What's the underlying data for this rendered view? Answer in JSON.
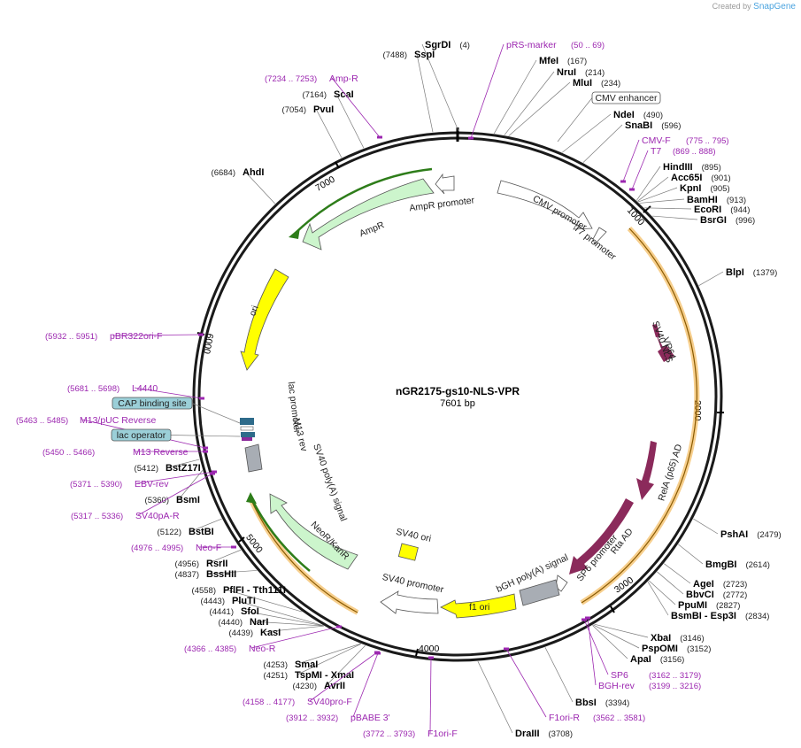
{
  "credit": {
    "prefix": "Created by",
    "brand": "SnapGene"
  },
  "map": {
    "name": "nGR2175-gs10-NLS-VPR",
    "length_label": "7601 bp",
    "length": 7601
  },
  "ticks": [
    "1000",
    "2000",
    "3000",
    "4000",
    "5000",
    "6000",
    "7000"
  ],
  "enzymes": [
    {
      "name": "SgrDI",
      "pos": "(4)",
      "at": 4
    },
    {
      "name": "SspI",
      "pos": "(7488)",
      "at": 7488
    },
    {
      "name": "MfeI",
      "pos": "(167)",
      "at": 167
    },
    {
      "name": "NruI",
      "pos": "(214)",
      "at": 214
    },
    {
      "name": "MluI",
      "pos": "(234)",
      "at": 234
    },
    {
      "name": "NdeI",
      "pos": "(490)",
      "at": 490
    },
    {
      "name": "SnaBI",
      "pos": "(596)",
      "at": 596
    },
    {
      "name": "HindIII",
      "pos": "(895)",
      "at": 895
    },
    {
      "name": "Acc65I",
      "pos": "(901)",
      "at": 901
    },
    {
      "name": "KpnI",
      "pos": "(905)",
      "at": 905
    },
    {
      "name": "BamHI",
      "pos": "(913)",
      "at": 913
    },
    {
      "name": "EcoRI",
      "pos": "(944)",
      "at": 944
    },
    {
      "name": "BsrGI",
      "pos": "(996)",
      "at": 996
    },
    {
      "name": "BlpI",
      "pos": "(1379)",
      "at": 1379
    },
    {
      "name": "PshAI",
      "pos": "(2479)",
      "at": 2479
    },
    {
      "name": "BmgBI",
      "pos": "(2614)",
      "at": 2614
    },
    {
      "name": "AgeI",
      "pos": "(2723)",
      "at": 2723
    },
    {
      "name": "BbvCI",
      "pos": "(2772)",
      "at": 2772
    },
    {
      "name": "PpuMI",
      "pos": "(2827)",
      "at": 2827
    },
    {
      "name": "BsmBI - Esp3I",
      "pos": "(2834)",
      "at": 2834
    },
    {
      "name": "XbaI",
      "pos": "(3146)",
      "at": 3146
    },
    {
      "name": "PspOMI",
      "pos": "(3152)",
      "at": 3152
    },
    {
      "name": "ApaI",
      "pos": "(3156)",
      "at": 3156
    },
    {
      "name": "BbsI",
      "pos": "(3394)",
      "at": 3394
    },
    {
      "name": "DraIII",
      "pos": "(3708)",
      "at": 3708
    },
    {
      "name": "AvrII",
      "pos": "(4230)",
      "at": 4230
    },
    {
      "name": "TspMI - XmaI",
      "pos": "(4251)",
      "at": 4251
    },
    {
      "name": "SmaI",
      "pos": "(4253)",
      "at": 4253
    },
    {
      "name": "KasI",
      "pos": "(4439)",
      "at": 4439
    },
    {
      "name": "NarI",
      "pos": "(4440)",
      "at": 4440
    },
    {
      "name": "SfoI",
      "pos": "(4441)",
      "at": 4441
    },
    {
      "name": "PluTI",
      "pos": "(4443)",
      "at": 4443
    },
    {
      "name": "PflFI - Tth111I",
      "pos": "(4558)",
      "at": 4558
    },
    {
      "name": "BssHII",
      "pos": "(4837)",
      "at": 4837
    },
    {
      "name": "RsrII",
      "pos": "(4956)",
      "at": 4956
    },
    {
      "name": "BstBI",
      "pos": "(5122)",
      "at": 5122
    },
    {
      "name": "BsmI",
      "pos": "(5360)",
      "at": 5360
    },
    {
      "name": "BstZ17I",
      "pos": "(5412)",
      "at": 5412
    },
    {
      "name": "AhdI",
      "pos": "(6684)",
      "at": 6684
    },
    {
      "name": "PvuI",
      "pos": "(7054)",
      "at": 7054
    },
    {
      "name": "ScaI",
      "pos": "(7164)",
      "at": 7164
    }
  ],
  "primers": [
    {
      "name": "pRS-marker",
      "range": "(50 .. 69)"
    },
    {
      "name": "CMV-F",
      "range": "(775 .. 795)"
    },
    {
      "name": "T7",
      "range": "(869 .. 888)"
    },
    {
      "name": "SP6",
      "range": "(3162 .. 3179)"
    },
    {
      "name": "BGH-rev",
      "range": "(3199 .. 3216)"
    },
    {
      "name": "F1ori-R",
      "range": "(3562 .. 3581)"
    },
    {
      "name": "F1ori-F",
      "range": "(3772 .. 3793)"
    },
    {
      "name": "pBABE 3'",
      "range": "(3912 .. 3932)"
    },
    {
      "name": "SV40pro-F",
      "range": "(4158 .. 4177)"
    },
    {
      "name": "Neo-R",
      "range": "(4366 .. 4385)"
    },
    {
      "name": "Neo-F",
      "range": "(4976 .. 4995)"
    },
    {
      "name": "SV40pA-R",
      "range": "(5317 .. 5336)"
    },
    {
      "name": "EBV-rev",
      "range": "(5371 .. 5390)"
    },
    {
      "name": "M13 Reverse",
      "range": "(5450 .. 5466)"
    },
    {
      "name": "M13/pUC Reverse",
      "range": "(5463 .. 5485)"
    },
    {
      "name": "L4440",
      "range": "(5681 .. 5698)"
    },
    {
      "name": "pBR322ori-F",
      "range": "(5932 .. 5951)"
    },
    {
      "name": "Amp-R",
      "range": "(7234 .. 7253)"
    }
  ],
  "boxed_features": [
    "CMV enhancer",
    "CAP binding site",
    "lac operator"
  ],
  "features": {
    "cmv_promoter": "CMV promoter",
    "t7_promoter": "T7 promoter",
    "sv40_nls": "SV40 NLS",
    "vp64": "VP64",
    "rela": "RelA (p65) AD",
    "rta": "Rta AD",
    "sp6_promoter": "SP6 promoter",
    "bgh": "bGH poly(A) signal",
    "f1_ori": "f1 ori",
    "sv40_promoter": "SV40 promoter",
    "sv40_ori": "SV40 ori",
    "neokan": "NeoR/KanR",
    "sv40_polya": "SV40 poly(A) signal",
    "m13_rev": "M13 rev",
    "lac_promoter": "lac promoter",
    "ori": "ori",
    "ampr": "AmpR",
    "ampr_promoter": "AmpR promoter"
  },
  "colors": {
    "backbone": "#1a1a1a",
    "primer": "#9c27b0",
    "promoter": "#ffffff",
    "ampr": "#ccf5cc",
    "ori": "#ffff00",
    "vpr": "#8b2a5b",
    "insert_highlight": "#f0a830",
    "green_dark": "#2e7d1a",
    "boxed_fill": "#9bcfd8",
    "grey_feature": "#a8adb4"
  }
}
